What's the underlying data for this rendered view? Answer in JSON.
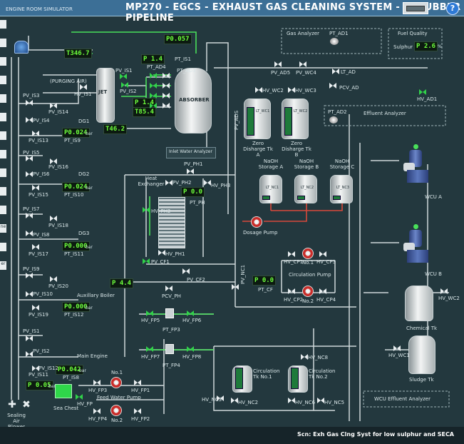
{
  "app": {
    "name": "ENGINE ROOM SIMULATOR",
    "title": "MP270 - EGCS - EXHAUST GAS CLEANING SYSTEM - SCRUBBER PIPELINE",
    "help": "?"
  },
  "left_strip": [
    "",
    "",
    "",
    "",
    "",
    "",
    "",
    "",
    "",
    "",
    "",
    "ne",
    "",
    "er",
    "",
    ""
  ],
  "readouts": {
    "top_flow": "P0.057",
    "t_inlet": "T346.7",
    "p_jet_top": "P 1.4",
    "p_jet_mid": "P 1.4",
    "t_jet": "T85.4",
    "t_outlet": "T46.2",
    "fuel_sulphur": "P 2.6",
    "p_heat_exchanger": "P 0.0",
    "p_dg1": "P0.024",
    "p_dg2": "P0.024",
    "p_dg3": "P0.000",
    "p_aux_boiler": "P0.000",
    "p_main_engine": "P0.042",
    "p_blower": "P 0.05",
    "p_left_mid": "P 4.4",
    "p_circ": "P 0.0"
  },
  "labels": {
    "gas_analyzer": "Gas Analyzer",
    "pt_ad1": "PT_AD1",
    "fuel_quality": "Fuel Quality",
    "sulphur": "Sulphur",
    "pt_ad2": "PT_AD2",
    "effluent_analyzer": "Effluent Analyzer",
    "lt_ad": "LT_AD",
    "pcv_ad": "PCV_AD",
    "hv_ad1": "HV_AD1",
    "pv_ad5": "PV_AD5",
    "pv_wc4": "PV_WC4",
    "hv_wc2": "HV_WC2",
    "hv_wc3": "HV_WC3",
    "purging_air": "(PURGING AIR)",
    "hv_is1": "HV_IS1",
    "jet": "JET",
    "absorber": "ABSORBER",
    "pt_ad4": "PT_AD4",
    "pt_is1": "PT_IS1",
    "pt_ad3": "PT_AD3",
    "inlet_water_analyzer": "Inlet Water Analyzer",
    "pv_ads": "PV_ADS",
    "zero_tk_a": "Zero Disharge Tk A",
    "zero_tk_b": "Zero Disharge Tk B",
    "lt_wc1": "LT_WC1",
    "lt_wc2": "LT_WC2",
    "naoh_a": "NaOH Storage A",
    "naoh_b": "NaOH Storage B",
    "naoh_c": "NaOH Storage C",
    "lt_nc1": "LT_NC1",
    "lt_nc2": "LT_NC2",
    "lt_nc3": "LT_NC3",
    "dosage_pump": "Dosage Pump",
    "wcu_a": "WCU A",
    "wcu_b": "WCU B",
    "heat_exchanger": "Heat Exchanger",
    "pv_ph1": "PV_PH1",
    "pv_ph2": "PV_PH2",
    "hv_ph3": "HV_PH3",
    "pt_ph": "PT_PH",
    "hv_ph2": "HV_PH2",
    "hv_ph1": "HV_PH1",
    "pv_cf1": "PV_CF1",
    "pv_cf2": "PV_CF2",
    "pcv_ph": "PCV_PH",
    "circulation_pump": "Circulation Pump",
    "pump_no1": "No.1",
    "pump_no2": "No.2",
    "hv_cp1": "HV_CP1",
    "hv_cp2": "HV_CP2",
    "hv_cp3": "HV_CP3",
    "hv_cp4": "HV_CP4",
    "pt_cf": "PT_CF",
    "pv_nc1": "PV_NC1",
    "chemical_tk": "Chemical Tk",
    "hv_wc1": "HV_WC1",
    "sludge_tk": "Sludge Tk",
    "hv_wc_right": "HV_WC2",
    "circ_tk1": "Circulation Tk No.1",
    "circ_tk2": "Circulation Tk No.2",
    "hv_nc3": "HV_NC3",
    "hv_nc2": "HV_NC2",
    "hv_nc6": "HV_NC6",
    "hv_nc5": "HV_NC5",
    "hv_nc8": "HV_NC8",
    "wcu_effluent_analyzer": "WCU Effluent Analyzer",
    "hv_fp5": "HV_FP5",
    "hv_fp6": "HV_FP6",
    "pt_fp3": "PT_FP3",
    "hv_fp7": "HV_FP7",
    "hv_fp8": "HV_FP8",
    "pt_fp4": "PT_FP4",
    "feed_water_pump": "Feed Water Pump",
    "hv_fp3": "HV_FP3",
    "hv_fp4": "HV_FP4",
    "hv_fp1": "HV_FP1",
    "hv_fp2": "HV_FP2",
    "hv_fp": "HV_FP",
    "sea_chest": "Sea Chest",
    "sealing_blower": "Sealing Air Blower",
    "dg1": "DG1",
    "dg2": "DG2",
    "dg3": "DG3",
    "aux_boiler": "Auxillary Boiler",
    "main_engine": "Main Engine",
    "pt_is9": "PT_IS9",
    "pt_is10": "PT_IS10",
    "pt_is11": "PT_IS11",
    "pt_is12": "PT_IS12",
    "pt_is8": "PT_IS8",
    "pv_is3": "PV_IS3",
    "pv_is5": "PV_IS5",
    "pv_is7": "PV_IS7",
    "pv_is9": "PV_IS9",
    "pv_is1": "PV_IS1",
    "pv_is14": "PV_IS14",
    "pv_is16": "PV_IS16",
    "pv_is18": "PV_IS18",
    "pv_is20": "PV_IS20",
    "pv_is2": "PV_IS2",
    "pv_is11": "PV_IS11",
    "pv_is4": "PV_IS4",
    "pv_is6": "PV_IS6",
    "pv_is8": "PV_IS8",
    "pv_is10": "PV_IS10",
    "pv_is12": "PV_IS12",
    "pv_is13": "PV_IS13",
    "pv_is15": "PV_IS15",
    "pv_is17": "PV_IS17",
    "pv_is19": "PV_IS19",
    "unit_bar": "bar",
    "unit_pct": "%"
  },
  "status": {
    "text": "Scn: Exh Gas Clng Syst for low sulphur and SECA"
  }
}
